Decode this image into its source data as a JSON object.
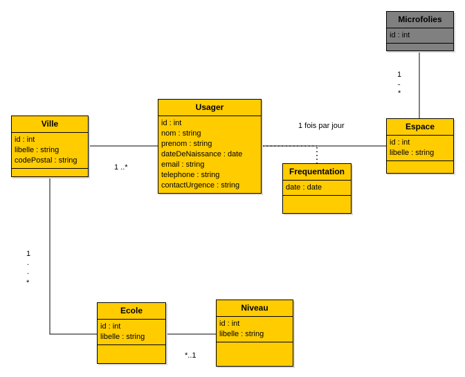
{
  "colors": {
    "class_fill": "#ffcc00",
    "header_fill": "#808080",
    "line": "#000000"
  },
  "classes": {
    "microfolies": {
      "name": "Microfolies",
      "attributes": [
        "id : int"
      ]
    },
    "usager": {
      "name": "Usager",
      "attributes": [
        "id : int",
        "nom : string",
        "prenom : string",
        "dateDeNaissance : date",
        "email : string",
        "telephone : string",
        "contactUrgence : string"
      ]
    },
    "ville": {
      "name": "Ville",
      "attributes": [
        "id : int",
        "libelle : string",
        "codePostal : string"
      ]
    },
    "espace": {
      "name": "Espace",
      "attributes": [
        "id : int",
        "libelle : string"
      ]
    },
    "frequentation": {
      "name": "Frequentation",
      "attributes": [
        "date : date"
      ]
    },
    "ecole": {
      "name": "Ecole",
      "attributes": [
        "id : int",
        "libelle : string"
      ]
    },
    "niveau": {
      "name": "Niveau",
      "attributes": [
        "id : int",
        "libelle : string"
      ]
    }
  },
  "labels": {
    "ville_usager": "1 ..*",
    "usager_espace": "1 fois par jour",
    "ecole_niveau": "*..1",
    "microfolies_mult": [
      "1",
      "..",
      "*"
    ],
    "ville_ecole_mult": [
      "1",
      ".",
      ".",
      "*"
    ]
  }
}
